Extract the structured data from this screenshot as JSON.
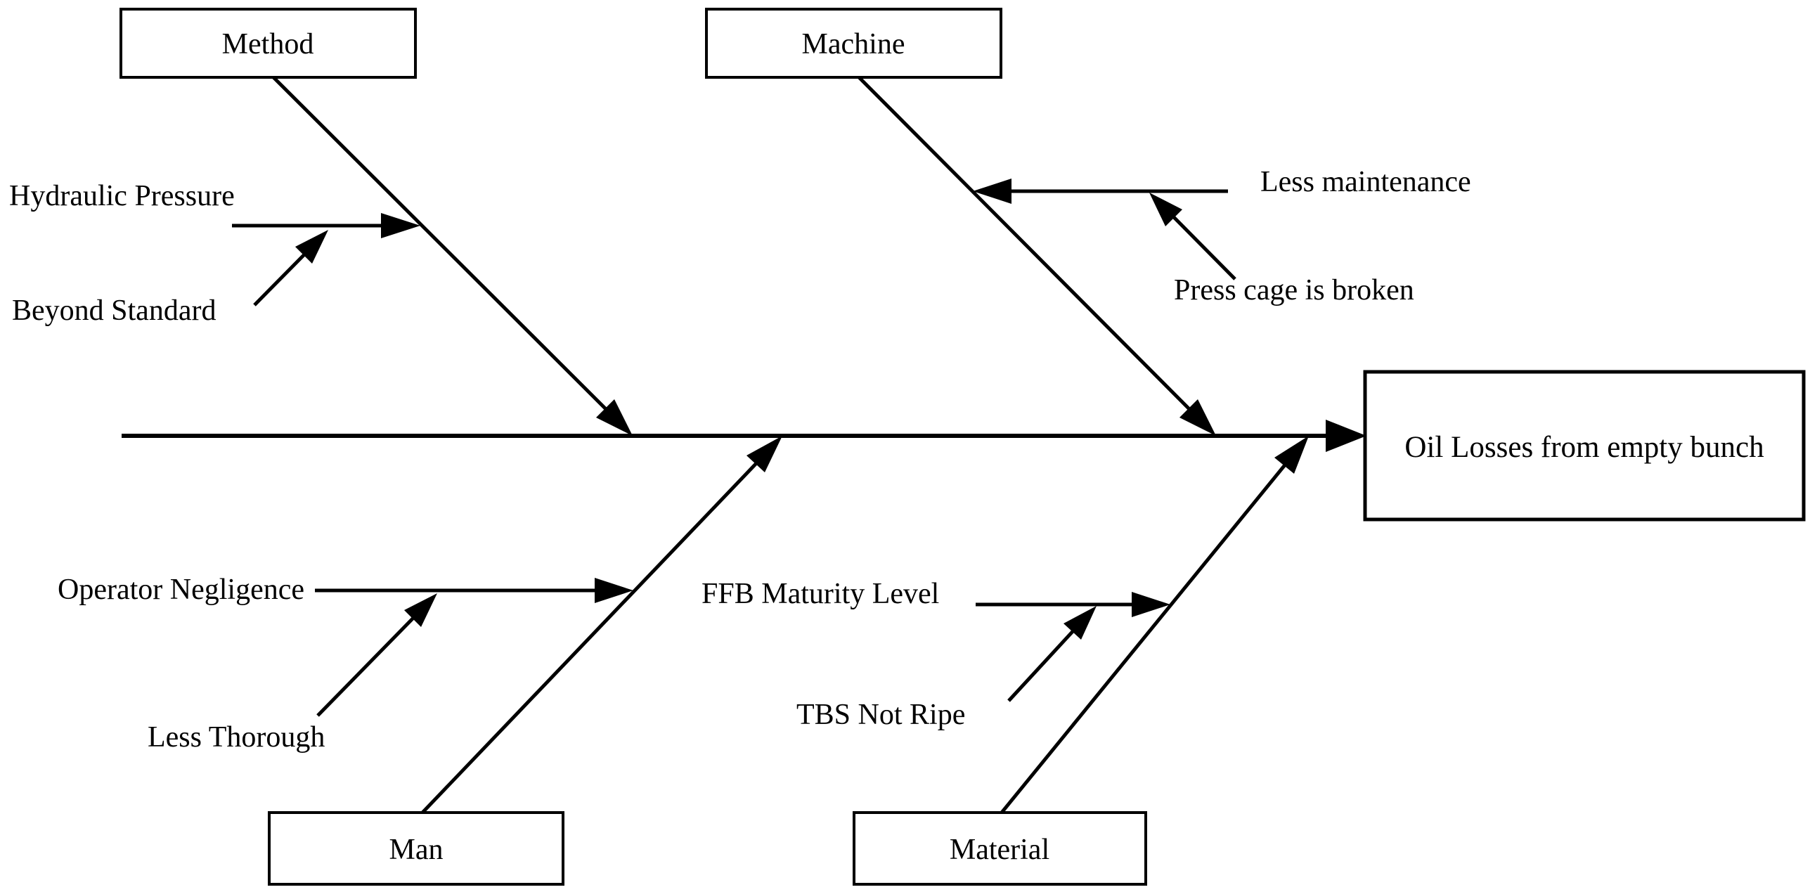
{
  "diagram": {
    "type": "fishbone",
    "effect": "Oil Losses from empty bunch",
    "categories": [
      {
        "label": "Method",
        "position": "top-left",
        "causes": [
          "Hydraulic Pressure",
          "Beyond Standard"
        ]
      },
      {
        "label": "Machine",
        "position": "top-right",
        "causes": [
          "Less maintenance",
          "Press cage is broken"
        ]
      },
      {
        "label": "Man",
        "position": "bottom-left",
        "causes": [
          "Operator Negligence",
          "Less Thorough"
        ]
      },
      {
        "label": "Material",
        "position": "bottom-right",
        "causes": [
          "FFB Maturity Level",
          "TBS Not Ripe"
        ]
      }
    ],
    "colors": {
      "line": "#000000",
      "background": "#ffffff",
      "box_fill": "#ffffff",
      "text": "#000000"
    }
  }
}
